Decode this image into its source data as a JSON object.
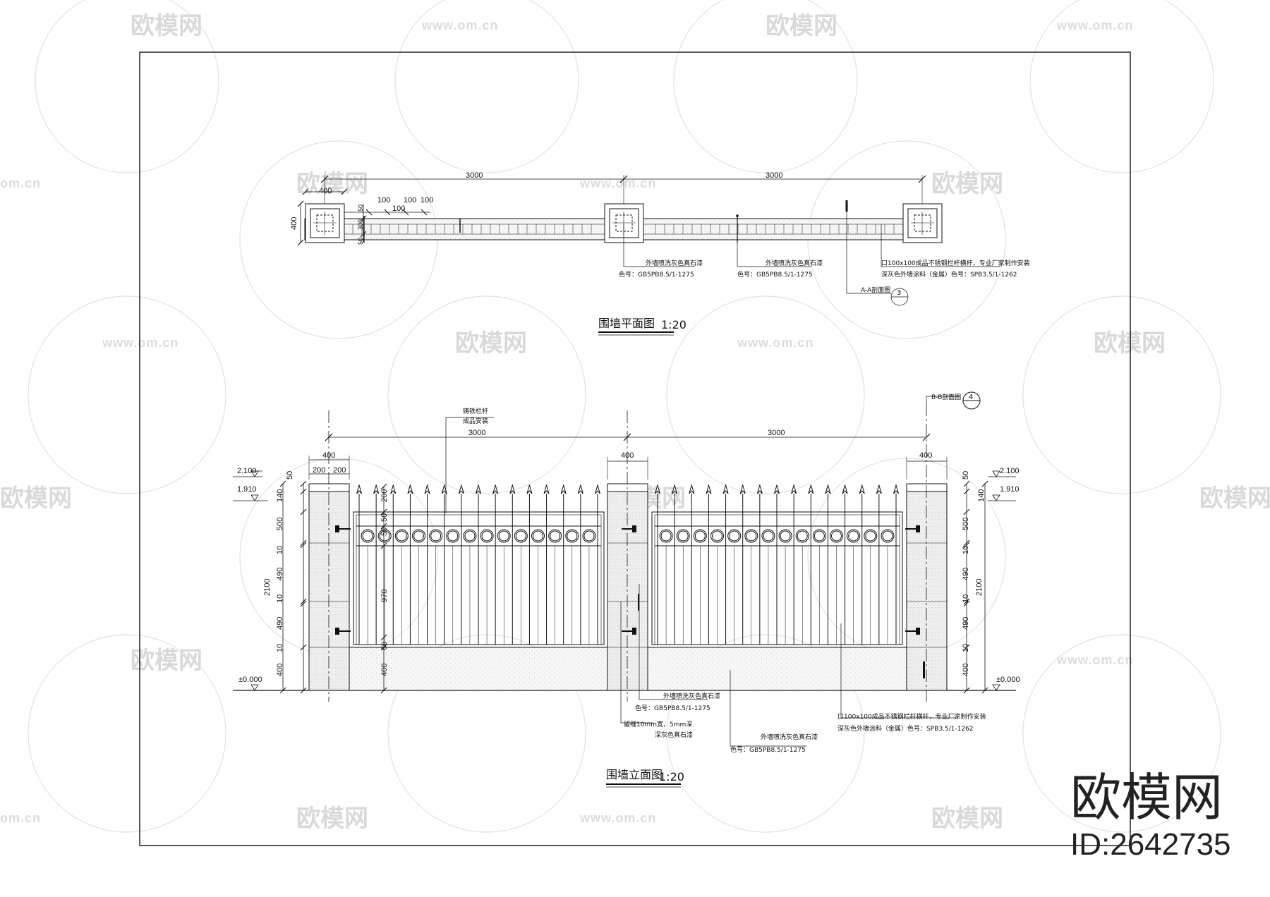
{
  "watermark": {
    "brand": "欧模网",
    "url": "www.om.cn",
    "url_fragment": "om.cn"
  },
  "corner_brand": {
    "name": "欧模网",
    "id": "ID:2642735"
  },
  "plan": {
    "title": "围墙平面图",
    "scale": "1:20",
    "dims": {
      "span_left": "3000",
      "span_right": "3000",
      "pier_width": "400",
      "pier_depth": "400",
      "spacing_a": "100",
      "spacing_b": "100",
      "spacing_c": "100",
      "spacing_d": "100",
      "wall_50_top": "50",
      "wall_300": "300",
      "wall_50_bot": "50"
    },
    "notes": {
      "stone_paint_1_line1": "外墙喷洗灰色真石漆",
      "stone_paint_1_line2": "色号：GB5PB8.5/1-1275",
      "stone_paint_2_line1": "外墙喷洗灰色真石漆",
      "stone_paint_2_line2": "色号：GB5PB8.5/1-1275",
      "rail_line1": "口100x100成品不锈钢栏杆横杆，专业厂家制作安装",
      "rail_line2": "深灰色外墙涂料（金属）色号：SPB3.5/1-1262",
      "section_label": "A-A剖面图",
      "section_no": "3"
    }
  },
  "elevation": {
    "title": "围墙立面图",
    "scale": "1:20",
    "dims": {
      "span_left": "3000",
      "span_right": "3000",
      "pier_left": "400",
      "pier_mid": "400",
      "pier_right": "400",
      "half_a": "200",
      "half_b": "200",
      "level_top_left": "2.100",
      "level_cap_left": "1.910",
      "level_top_right": "2.100",
      "level_cap_right": "1.910",
      "level_base_left": "±0.000",
      "level_base_right": "±0.000",
      "total_left": "2100",
      "total_right": "2100",
      "seg_50_l": "50",
      "seg_140_l": "140",
      "seg_500_l": "500",
      "seg_10a_l": "10",
      "seg_490a_l": "490",
      "seg_10b_l": "10",
      "seg_490b_l": "490",
      "seg_10c_l": "10",
      "seg_400_l": "400",
      "seg_50_r": "50",
      "seg_140_r": "140",
      "seg_500_r": "500",
      "seg_10a_r": "10",
      "seg_490a_r": "490",
      "seg_10b_r": "10",
      "seg_490b_r": "490",
      "seg_10c_r": "10",
      "seg_400_r": "400",
      "fence_200": "200",
      "fence_50a": "50",
      "fence_50b": "50",
      "fence_970": "970",
      "fence_60": "60",
      "plinth_400": "400"
    },
    "notes": {
      "railing_line1": "铸铁栏杆",
      "railing_line2": "成品安装",
      "section_label": "B-B剖面图",
      "section_no": "4",
      "stone_a_line1": "外墙喷洗灰色真石漆",
      "stone_a_line2": "色号：GB5PB8.5/1-1275",
      "groove_line1": "留缝10mm宽，5mm深",
      "groove_line2": "深灰色真石漆",
      "stone_b_line1": "外墙喷洗灰色真石漆",
      "stone_b_line2": "色号：GB5PB8.5/1-1275",
      "rail_line1": "口100x100成品不锈钢栏杆横杆，专业厂家制作安装",
      "rail_line2": "深灰色外墙涂料（金属）色号：SPB3.5/1-1262"
    }
  }
}
